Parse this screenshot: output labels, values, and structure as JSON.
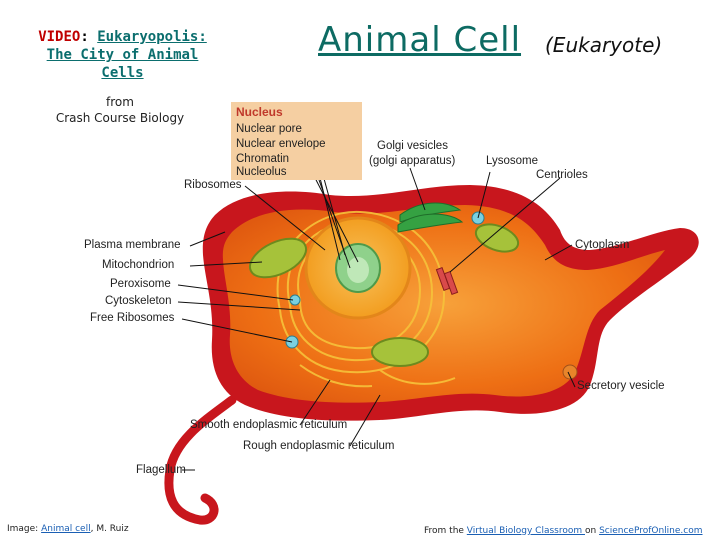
{
  "video": {
    "prefix": "VIDEO",
    "colon": ":",
    "link_line1": "Eukaryopolis:",
    "link_line2": "The City of Animal",
    "link_line3": "Cells"
  },
  "from": {
    "line1": "from",
    "line2": "Crash Course Biology"
  },
  "title": "Animal Cell",
  "subtitle": "(Eukaryote)",
  "labels": {
    "nucleus": "Nucleus",
    "nuclear_pore": "Nuclear pore",
    "nuclear_envelope": "Nuclear envelope",
    "chromatin": "Chromatin",
    "nucleolus": "Nucleolus",
    "golgi_line1": "Golgi vesicles",
    "golgi_line2": "(golgi apparatus)",
    "lysosome": "Lysosome",
    "centrioles": "Centrioles",
    "ribosomes": "Ribosomes",
    "plasma_membrane": "Plasma membrane",
    "mitochondrion": "Mitochondrion",
    "peroxisome": "Peroxisome",
    "cytoskeleton": "Cytoskeleton",
    "free_ribosomes": "Free Ribosomes",
    "cytoplasm": "Cytoplasm",
    "secretory_vesicle": "Secretory vesicle",
    "smooth_er": "Smooth endoplasmic reticulum",
    "rough_er": "Rough endoplasmic reticulum",
    "flagellum": "Flagellum"
  },
  "footer": {
    "left_prefix": "Image: ",
    "left_link": "Animal cell",
    "left_suffix": ", M. Ruiz",
    "right_prefix": "From the ",
    "right_link1": "Virtual Biology Classroom ",
    "right_mid": "on ",
    "right_link2": "ScienceProfOnline.com"
  },
  "colors": {
    "title": "#0d6b63",
    "video_prefix": "#c00000",
    "nucleus_box": "#f5cfa2",
    "membrane": "#c8161d",
    "cytoplasm": "#f07a12",
    "nucleus": "#f5a623",
    "nucleolus": "#8fd18b"
  }
}
